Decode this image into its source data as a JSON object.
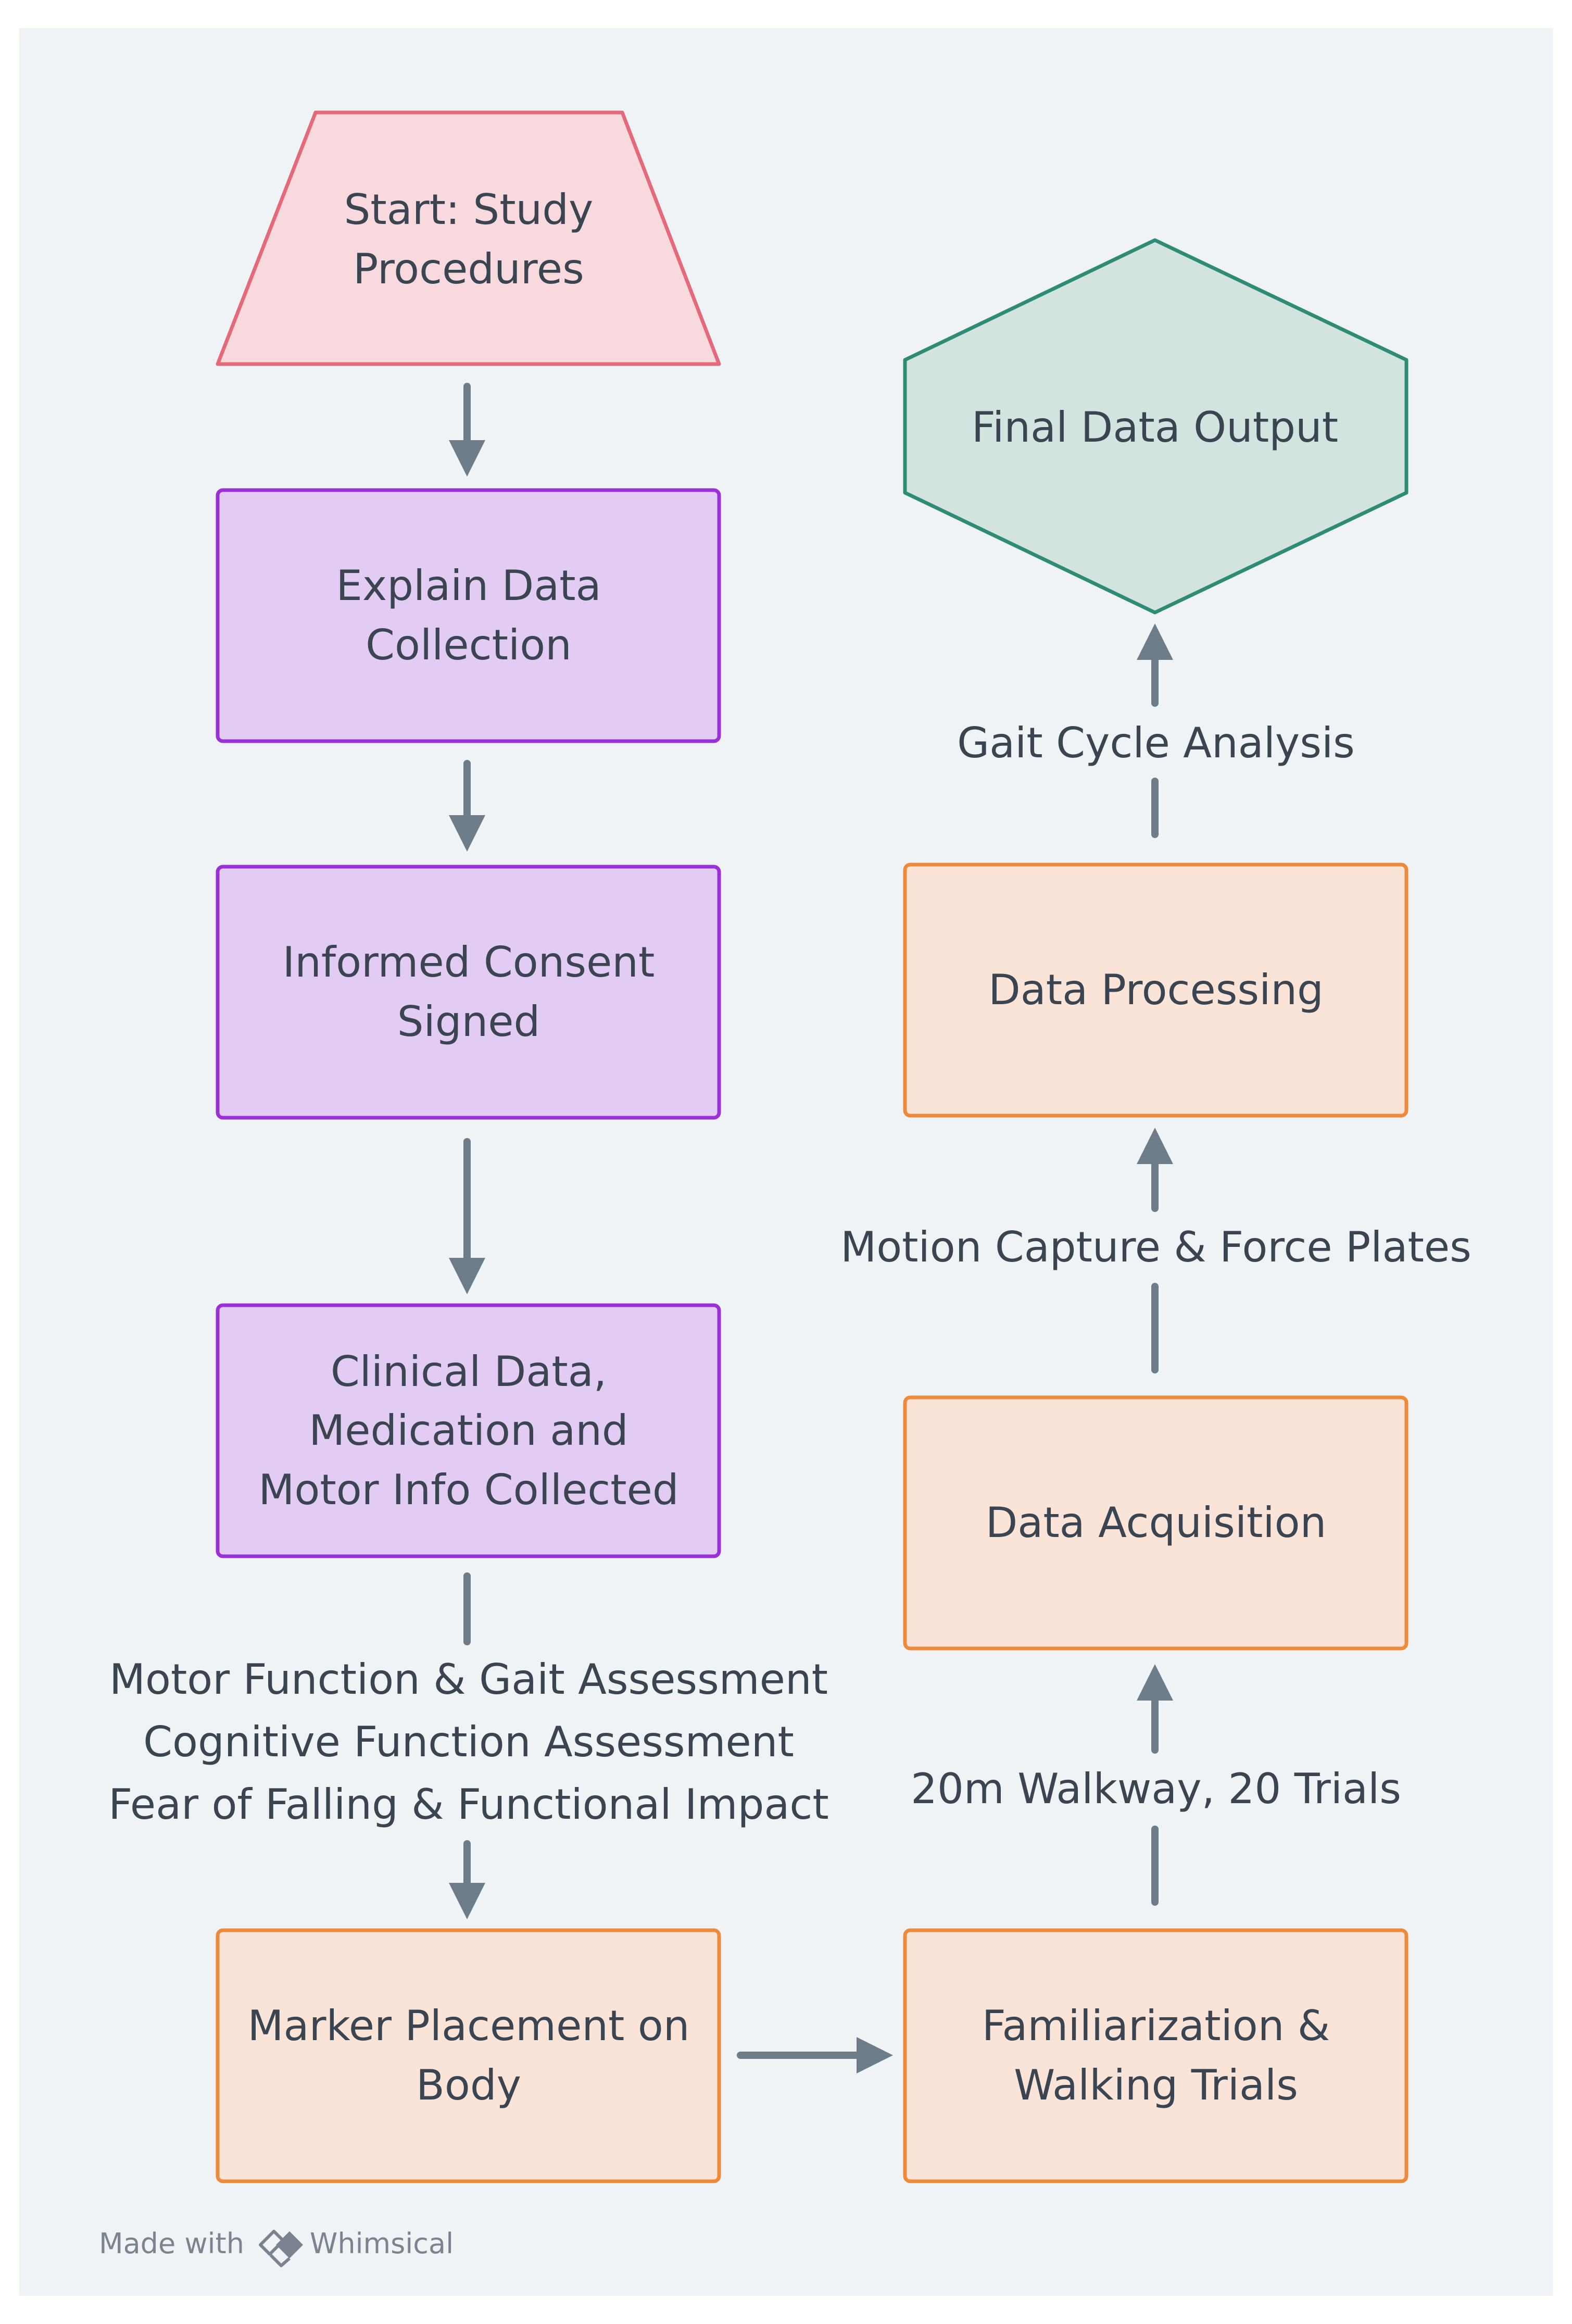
{
  "nodes": {
    "start": {
      "text": "Start: Study\nProcedures",
      "fill": "#f8d9de",
      "stroke": "#e46a79"
    },
    "explain": {
      "text": "Explain Data\nCollection",
      "fill": "#e3ccf3",
      "stroke": "#9b30d9"
    },
    "consent": {
      "text": "Informed Consent\nSigned",
      "fill": "#e3ccf3",
      "stroke": "#9b30d9"
    },
    "clinical": {
      "text": "Clinical Data,\nMedication  and\nMotor Info Collected",
      "fill": "#e3ccf3",
      "stroke": "#9b30d9"
    },
    "marker": {
      "text": "Marker Placement on\nBody",
      "fill": "#f9e4d7",
      "stroke": "#ee8a3c"
    },
    "familiarization": {
      "text": "Familiarization &\nWalking Trials",
      "fill": "#f9e4d7",
      "stroke": "#ee8a3c"
    },
    "acquisition": {
      "text": "Data Acquisition",
      "fill": "#f9e4d7",
      "stroke": "#ee8a3c"
    },
    "processing": {
      "text": "Data Processing",
      "fill": "#f9e4d7",
      "stroke": "#ee8a3c"
    },
    "final": {
      "text": "Final Data Output",
      "fill": "#d3e3e0",
      "stroke": "#2e8b74"
    }
  },
  "edge_labels": {
    "assessments": "Motor Function & Gait Assessment\nCognitive Function Assessment\nFear of Falling & Functional Impact",
    "walkway": "20m Walkway, 20 Trials",
    "motion": "Motion Capture & Force Plates",
    "gait": "Gait Cycle Analysis"
  },
  "edge_color": "#6d7c89",
  "watermark": {
    "made_with": "Made with",
    "brand": "Whimsical"
  }
}
